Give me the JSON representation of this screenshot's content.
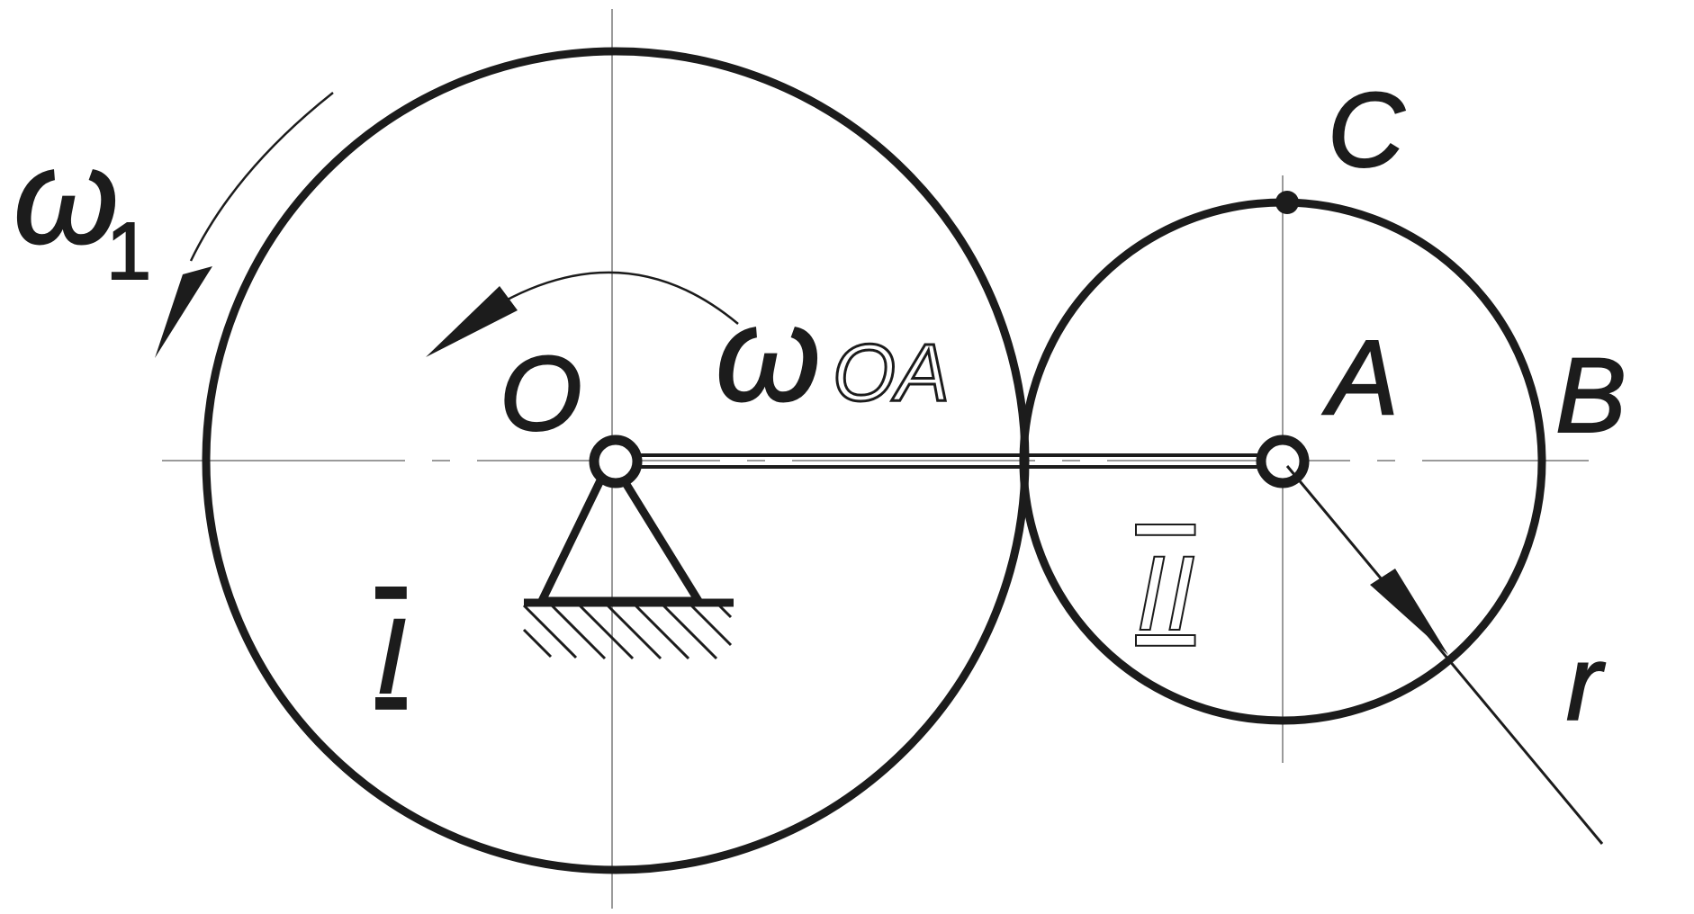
{
  "labels": {
    "omega": "ω",
    "omega1_sub": "1",
    "omegaOA_sub": "OA",
    "point_O": "O",
    "point_A": "A",
    "point_B": "B",
    "point_C": "C",
    "wheel_I": "I",
    "wheel_II": "II",
    "radius": "r"
  },
  "colors": {
    "line": "#1c1c1c",
    "axis": "#9a9a9a",
    "background": "#ffffff"
  }
}
